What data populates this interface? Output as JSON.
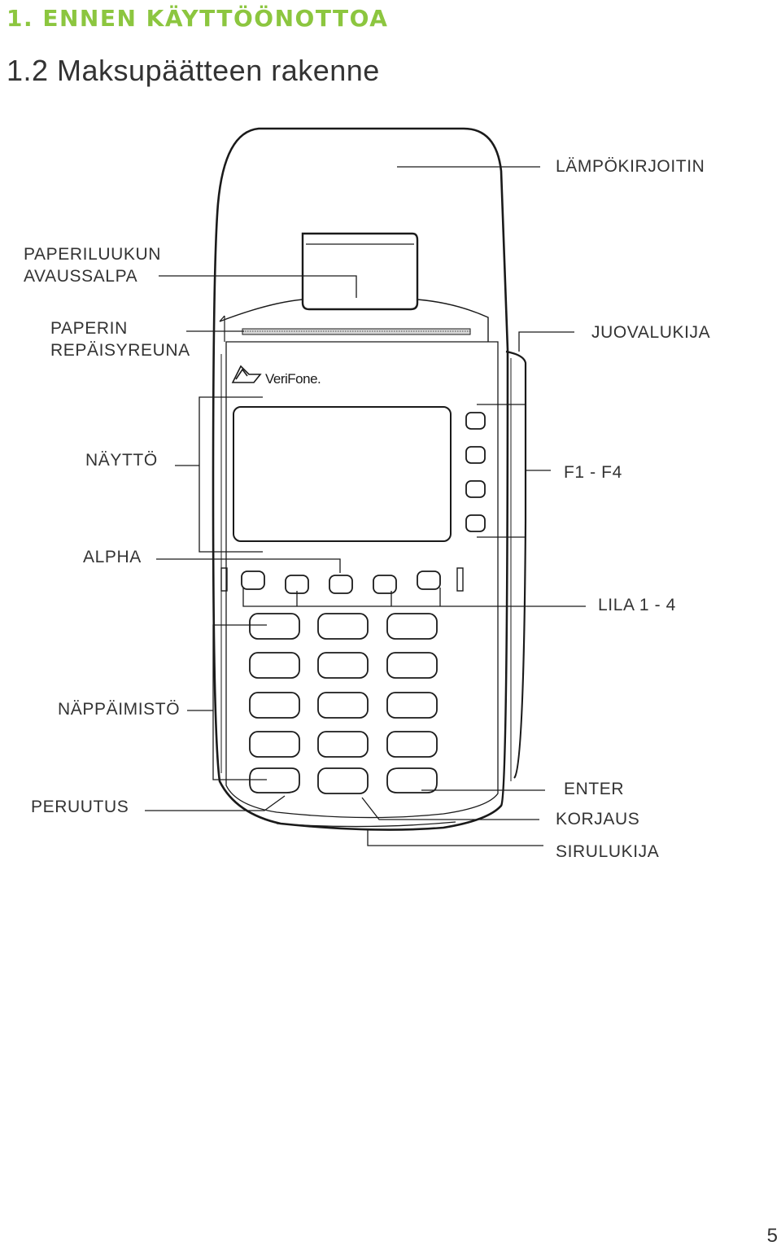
{
  "header": {
    "chapter": "1. ENNEN KÄYTTÖÖNOTTOA",
    "section": "1.2 Maksupäätteen rakenne"
  },
  "device": {
    "brand": "VeriFone."
  },
  "labels": {
    "thermal_printer": "LÄMPÖKIRJOITIN",
    "paper_latch_line1": "PAPERILUUKUN",
    "paper_latch_line2": "AVAUSSALPA",
    "tear_edge_line1": "PAPERIN",
    "tear_edge_line2": "REPÄISYREUNA",
    "card_reader": "JUOVALUKIJA",
    "display": "NÄYTTÖ",
    "function_keys": "F1 - F4",
    "alpha": "ALPHA",
    "purple_keys": "LILA 1 - 4",
    "keypad": "NÄPPÄIMISTÖ",
    "cancel": "PERUUTUS",
    "enter": "ENTER",
    "correction": "KORJAUS",
    "chip_reader": "SIRULUKIJA"
  },
  "page": {
    "number": "5"
  },
  "colors": {
    "chapter_accent": "#8cc63f",
    "text": "#333333",
    "line": "#1a1a1a"
  }
}
